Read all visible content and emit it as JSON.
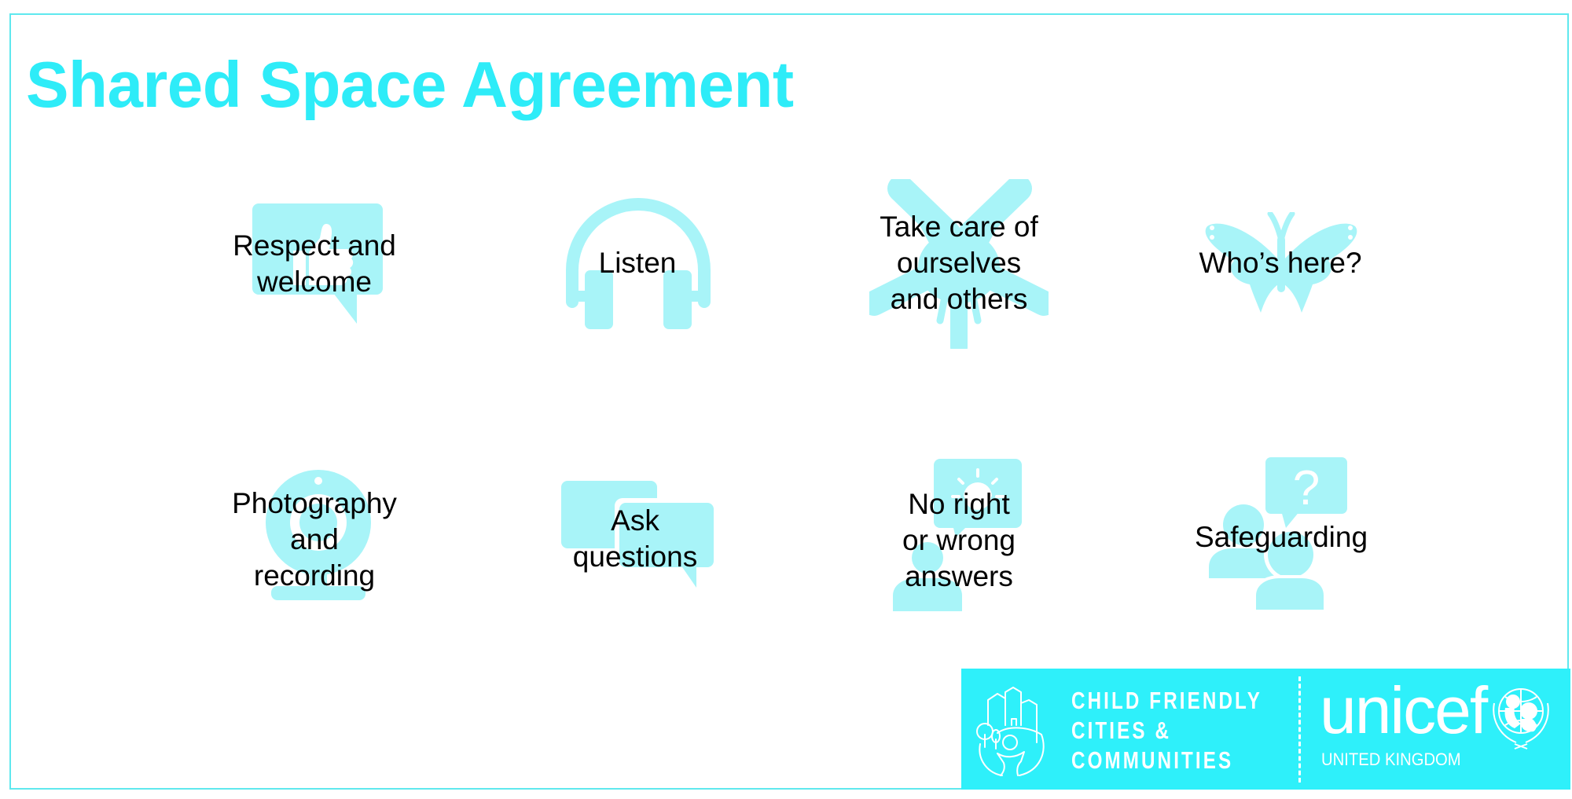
{
  "slide": {
    "title": "Shared Space Agreement",
    "colors": {
      "title": "#2eecf8",
      "frame": "#5fe8ee",
      "icon_fill": "#a8f4f8",
      "footer_band": "#2ef0fa",
      "text": "#000000"
    },
    "items": [
      {
        "lines": [
          "Respect and",
          "welcome"
        ],
        "icon": "thumbs-up-speech-bubble-icon"
      },
      {
        "lines": [
          "Listen"
        ],
        "icon": "headphones-icon"
      },
      {
        "lines": [
          "Take care of",
          "ourselves",
          "and others"
        ],
        "icon": "joined-hands-icon"
      },
      {
        "lines": [
          "Who’s here?"
        ],
        "icon": "butterfly-icon"
      },
      {
        "lines": [
          "Photography",
          "and",
          "recording"
        ],
        "icon": "webcam-icon"
      },
      {
        "lines": [
          "Ask",
          "questions"
        ],
        "icon": "two-speech-bubbles-icon"
      },
      {
        "lines": [
          "No right",
          "or wrong",
          "answers"
        ],
        "icon": "person-idea-bubble-icon"
      },
      {
        "lines": [
          "Safeguarding"
        ],
        "icon": "people-question-bubble-icon"
      }
    ]
  },
  "footer": {
    "cfcc_lines": [
      "CHILD FRIENDLY",
      "CITIES &",
      "COMMUNITIES"
    ],
    "unicef_wordmark": "unicef",
    "unicef_country": "UNITED KINGDOM"
  }
}
